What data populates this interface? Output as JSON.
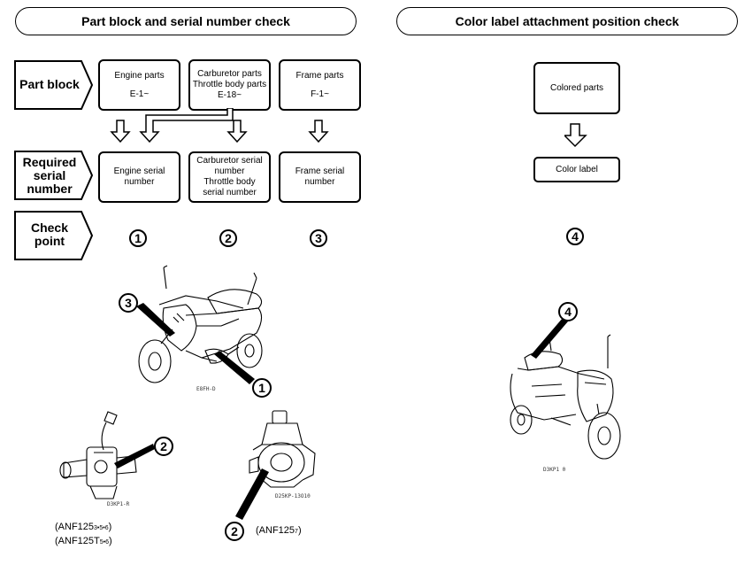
{
  "headers": {
    "left": "Part block and serial number check",
    "right": "Color label attachment position check"
  },
  "row_labels": {
    "part_block": "Part block",
    "required_serial": [
      "Required",
      "serial",
      "number"
    ],
    "check_point": [
      "Check",
      "point"
    ]
  },
  "part_blocks": [
    {
      "lines": [
        "Engine parts",
        "E-1~"
      ]
    },
    {
      "lines": [
        "Carburetor parts",
        "Throttle body parts",
        "E-18~"
      ]
    },
    {
      "lines": [
        "Frame parts",
        "F-1~"
      ]
    }
  ],
  "serial_boxes": [
    {
      "lines": [
        "Engine serial",
        "number"
      ]
    },
    {
      "lines": [
        "Carburetor serial",
        "number",
        "Throttle body",
        "serial number"
      ]
    },
    {
      "lines": [
        "Frame serial",
        "number"
      ]
    }
  ],
  "check_points": [
    "1",
    "2",
    "3",
    "4"
  ],
  "color": {
    "parts": "Colored parts",
    "label": "Color label"
  },
  "figures": {
    "bike_left_code": "E8FH-D",
    "carb_code": "D3KP1-R",
    "throttle_code": "D25KP-13O10",
    "bike_right_code": "D3KP1 0",
    "carb_caption": [
      "(ANF125",
      "3•5•6",
      ")",
      "(ANF125T",
      "5•6",
      ")"
    ],
    "throttle_caption": [
      "(ANF125",
      "7",
      ")"
    ]
  }
}
